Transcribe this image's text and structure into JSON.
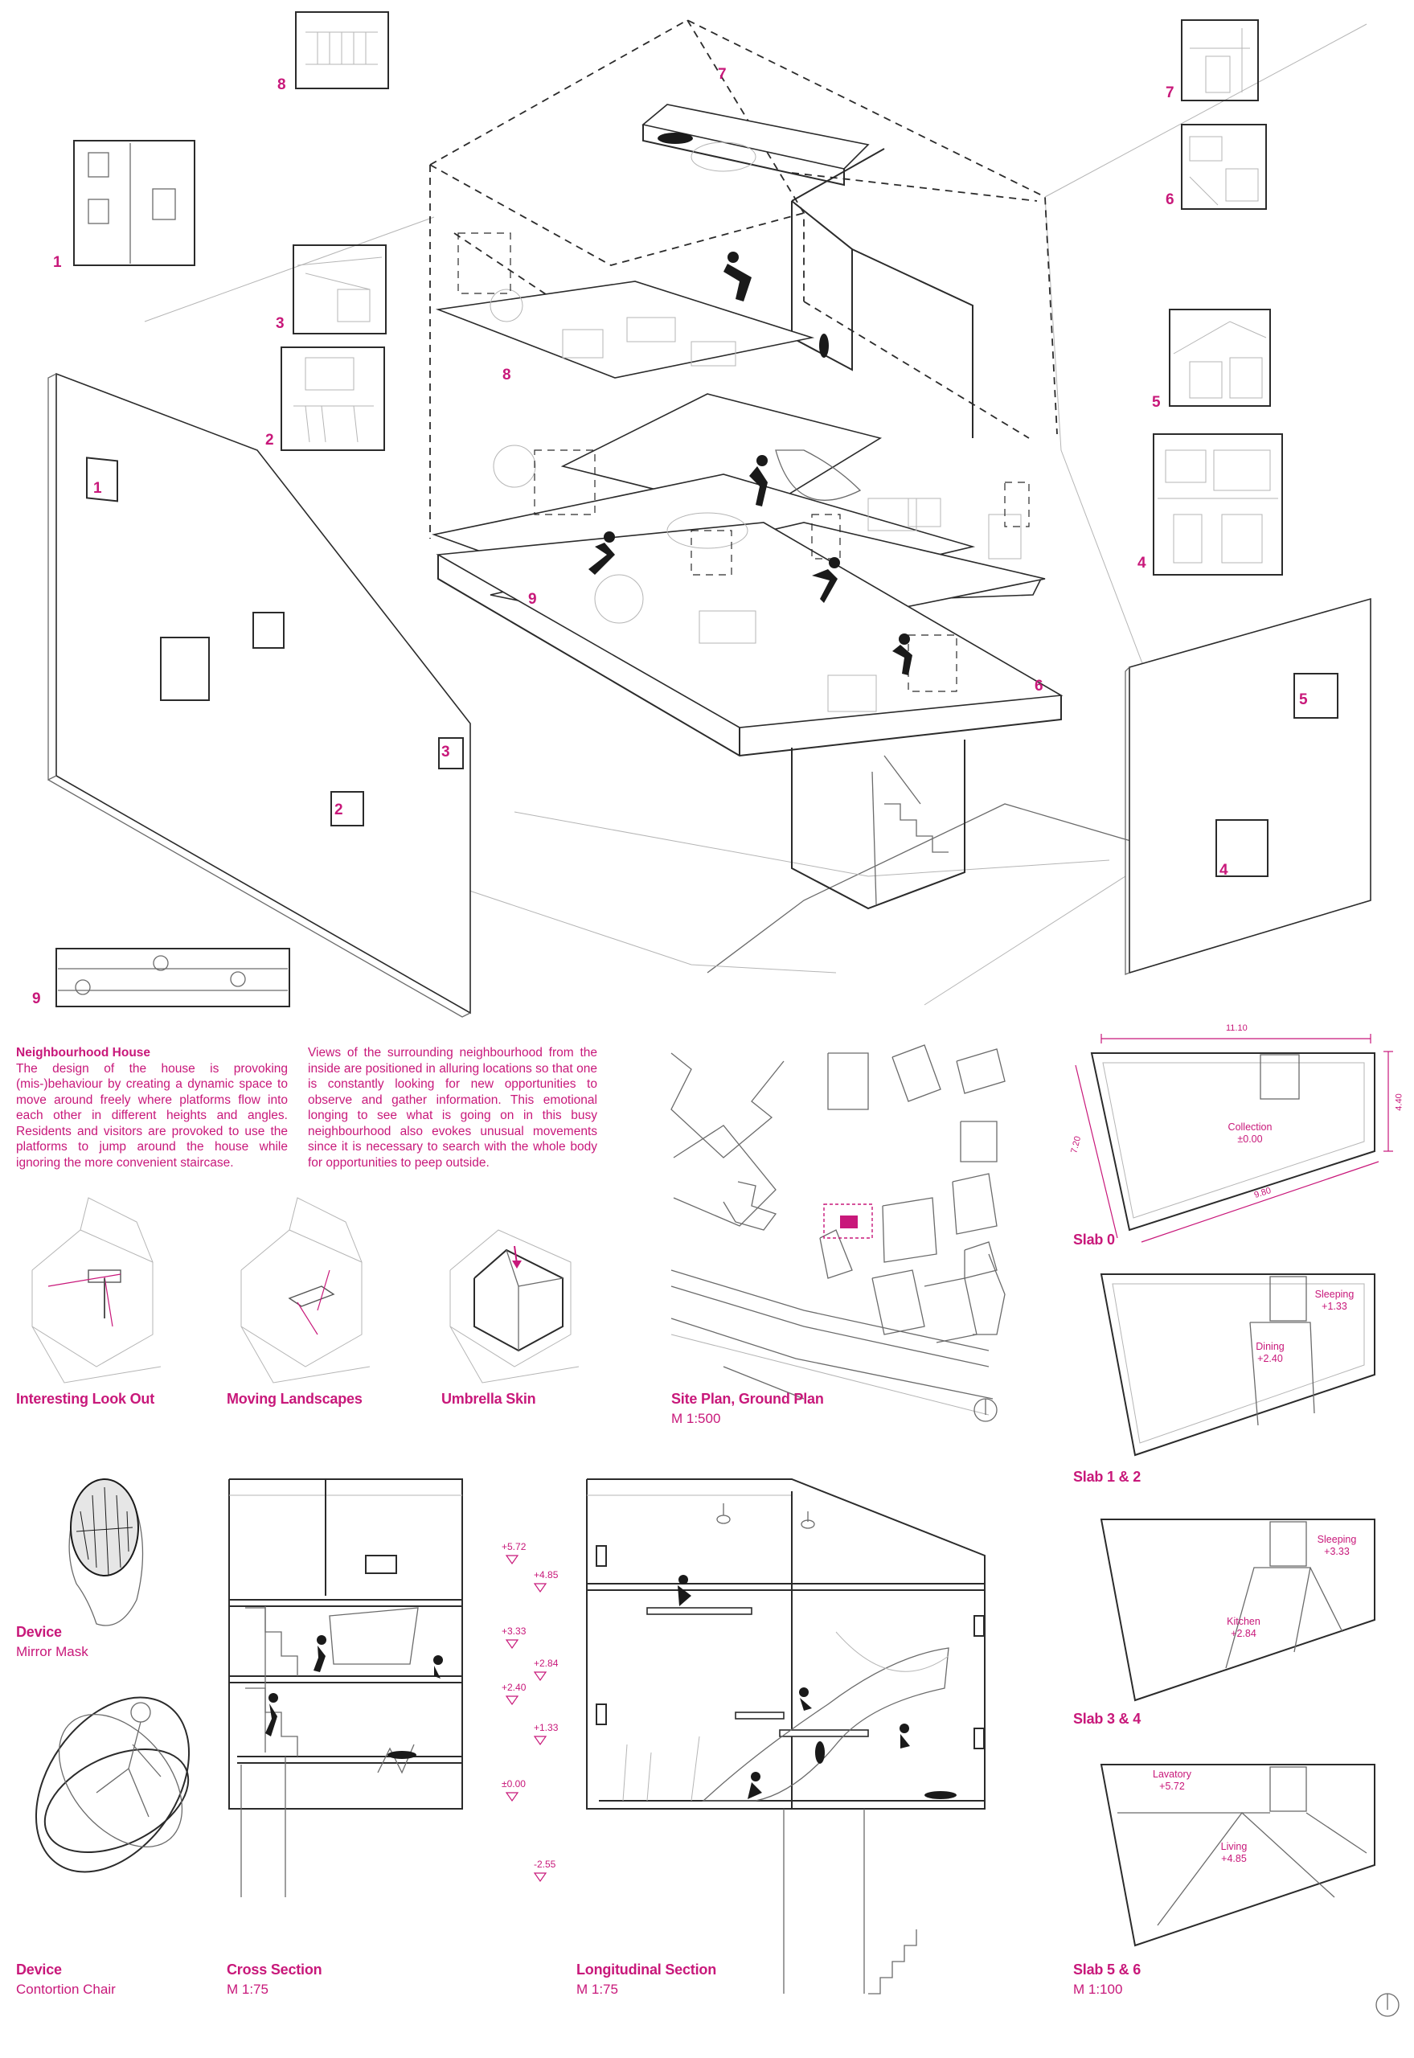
{
  "view_numbers": {
    "n1": "1",
    "n2": "2",
    "n3": "3",
    "n4": "4",
    "n5": "5",
    "n6": "6",
    "n7": "7",
    "n8": "8",
    "n9": "9"
  },
  "intro": {
    "title": "Neighbourhood House",
    "paragraph_1": "The design of the house is provoking (mis-)behaviour by creating a dynamic space to move around freely where platforms flow into each other in different heights and angles. Residents and visitors are provoked to use the platforms to jump around the house while ignoring the more convenient staircase.",
    "paragraph_2": "Views of the surrounding neighbourhood from the inside are positioned in alluring locations so that one is constantly looking for new opportunities to observe and gather information. This emotional longing to see what is going on in this busy neighbourhood also evokes unusual movements since it is necessary to search with the whole body for opportunities to peep outside."
  },
  "concepts": [
    {
      "label": "Interesting Look Out"
    },
    {
      "label": "Moving Landscapes"
    },
    {
      "label": "Umbrella Skin"
    }
  ],
  "site_plan": {
    "title": "Site Plan, Ground Plan",
    "scale": "M 1:500"
  },
  "devices": [
    {
      "title": "Device",
      "name": "Mirror Mask"
    },
    {
      "title": "Device",
      "name": "Contortion Chair"
    }
  ],
  "cross_section": {
    "title": "Cross Section",
    "scale": "M 1:75"
  },
  "longitudinal_section": {
    "title": "Longitudinal Section",
    "scale": "M 1:75"
  },
  "levels": [
    "+5.72",
    "+4.85",
    "+3.33",
    "+2.84",
    "+2.40",
    "+1.33",
    "±0.00",
    "-2.55"
  ],
  "slabs": {
    "dims": {
      "top": "11.10",
      "right": "4.40",
      "left": "7.20",
      "bottom": "9.80"
    },
    "slab0": {
      "label": "Slab 0",
      "room1": "Collection",
      "room1_level": "±0.00"
    },
    "slab12": {
      "label": "Slab 1 & 2",
      "room1": "Sleeping",
      "room1_level": "+1.33",
      "room2": "Dining",
      "room2_level": "+2.40"
    },
    "slab34": {
      "label": "Slab 3 & 4",
      "room1": "Sleeping",
      "room1_level": "+3.33",
      "room2": "Kitchen",
      "room2_level": "+2.84"
    },
    "slab56": {
      "label": "Slab 5 & 6",
      "scale": "M 1:100",
      "room1": "Lavatory",
      "room1_level": "+5.72",
      "room2": "Living",
      "room2_level": "+4.85"
    }
  },
  "colors": {
    "accent": "#c8187a",
    "line": "#2b2b2b",
    "paper": "#ffffff"
  }
}
